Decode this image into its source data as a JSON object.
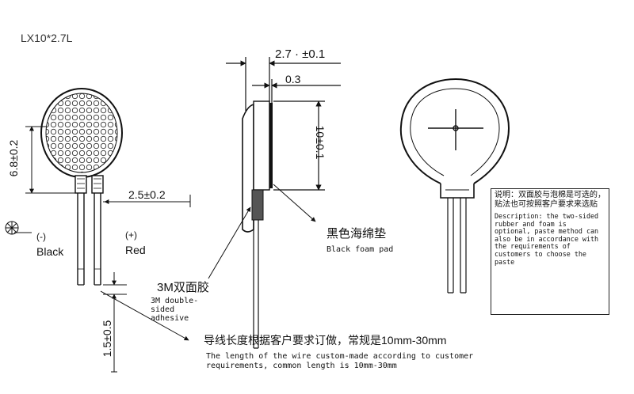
{
  "model": "LX10*2.7L",
  "dimensions": {
    "thickness": "2.7 · ±0.1",
    "foam_thickness": "0.3",
    "height": "6.8±0.2",
    "diameter": "10±0.1",
    "pin_spacing": "2.5±0.2",
    "wire_end": "1.5±0.5"
  },
  "polarity": {
    "negative_symbol": "(-)",
    "negative_color": "Black",
    "positive_symbol": "(+)",
    "positive_color": "Red"
  },
  "callouts": {
    "foam_cn": "黑色海绵垫",
    "foam_en": "Black foam pad",
    "adhesive_cn": "3M双面胶",
    "adhesive_en": "3M double-sided adhesive",
    "wire_cn": "导线长度根据客户要求订做，常规是10mm-30mm",
    "wire_en": "The length of the wire custom-made according to customer requirements, common length is 10mm-30mm"
  },
  "note": {
    "cn": "说明：双面胶与泡棉是可选的，贴法也可按照客户要求来选贴",
    "en": "Description: the two-sided rubber and foam is optional, paste method can also be in accordance with the requirements of customers to choose the paste"
  }
}
